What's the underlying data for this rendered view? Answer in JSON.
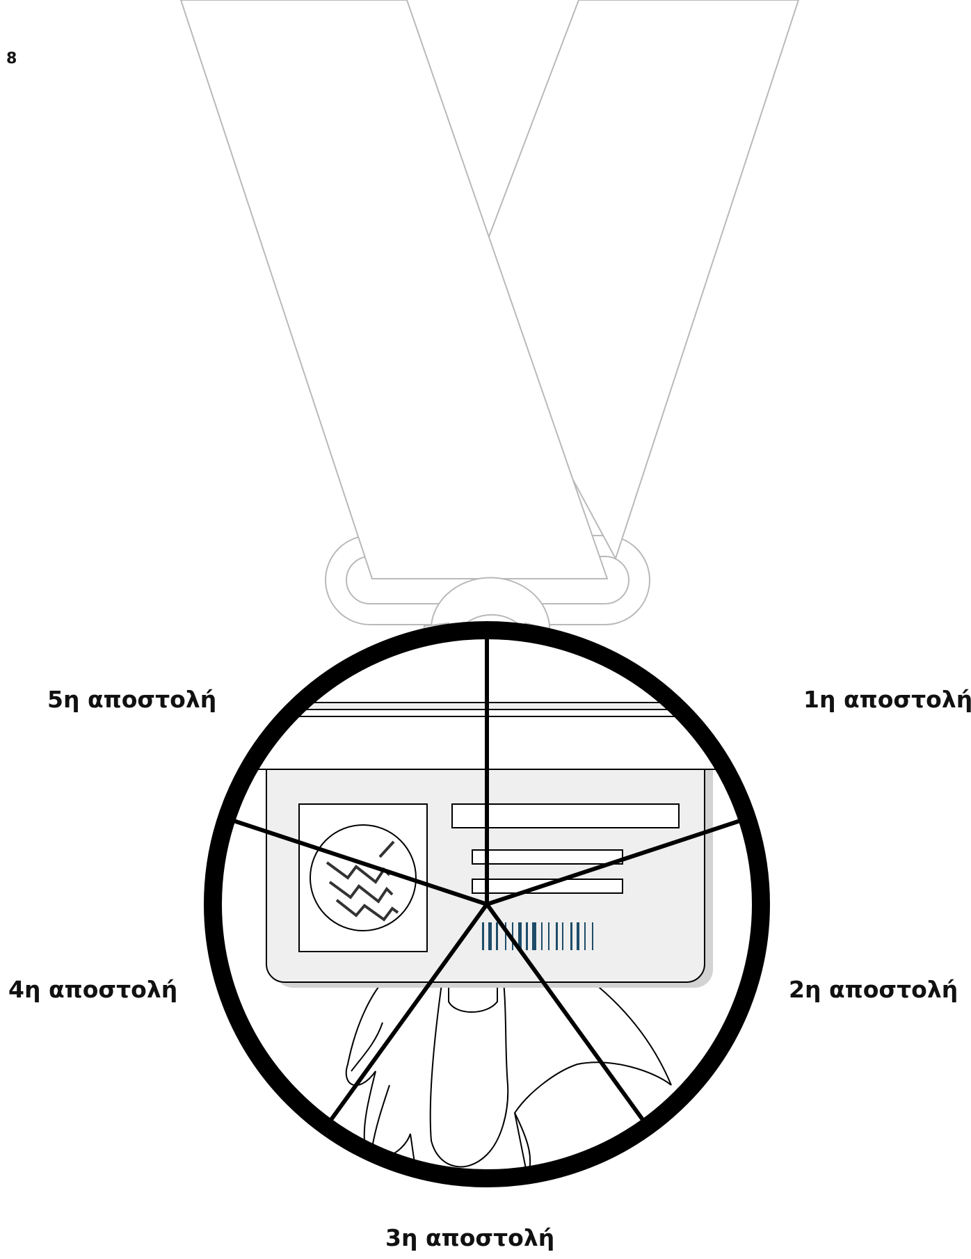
{
  "page": {
    "number": "8"
  },
  "missions": {
    "m1": "1η αποστολή",
    "m2": "2η αποστολή",
    "m3": "3η αποστολή",
    "m4": "4η αποστολή",
    "m5": "5η αποστολή"
  },
  "colors": {
    "ring": "#000000",
    "ribbon_outline": "#b9b9b9",
    "card_fill": "#efefef",
    "card_shadow": "#d3d3d3",
    "barcode": "#1e4c68"
  },
  "icons": {
    "medal": "medal-icon",
    "ribbon": "ribbon-icon",
    "id_card": "id-card-icon",
    "hand": "hand-icon",
    "barcode": "barcode-icon",
    "logo": "logo-icon"
  }
}
